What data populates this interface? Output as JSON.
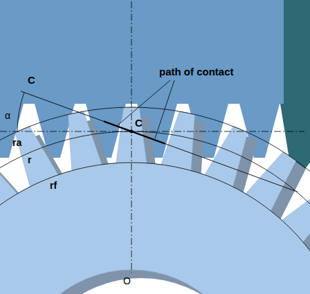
{
  "diagram": {
    "labels": [
      "path of contact",
      "C",
      "α",
      "ra",
      "r",
      "rf",
      "C",
      "O"
    ]
  }
}
